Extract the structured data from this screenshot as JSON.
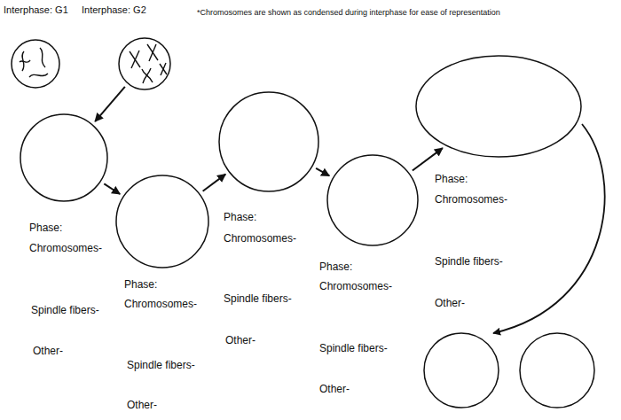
{
  "diagram": {
    "nodes": [
      {
        "text": [
          "Interphase: G1"
        ]
      },
      {
        "text": [
          "Interphase: G2"
        ]
      },
      {
        "text": [
          "Phase:",
          "Chromosomes-",
          "Spindle fibers-",
          "Other-"
        ]
      },
      {
        "text": [
          "Phase:",
          "Chromosomes-",
          "Spindle fibers-",
          "Other-"
        ]
      },
      {
        "text": [
          "Phase:",
          "Chromosomes-",
          "Spindle fibers-",
          "Other-"
        ]
      },
      {
        "text": [
          "Phase:",
          "Chromosomes-",
          "Spindle fibers-",
          "Other-"
        ]
      },
      {
        "text": [
          "Phase:",
          "Chromosomes-",
          "Spindle fibers-",
          "Other-"
        ]
      }
    ],
    "edges": [
      {
        "from": 1,
        "to": 2,
        "arrow": "to"
      },
      {
        "from": 2,
        "to": 3,
        "arrow": "to"
      },
      {
        "from": 3,
        "to": 4,
        "arrow": "to"
      },
      {
        "from": 4,
        "to": 5,
        "arrow": "to"
      },
      {
        "from": 5,
        "to": 6,
        "arrow": "to"
      }
    ],
    "labels": [
      "*Chromosomes are shown as condensed during interphase for ease of representation"
    ]
  }
}
